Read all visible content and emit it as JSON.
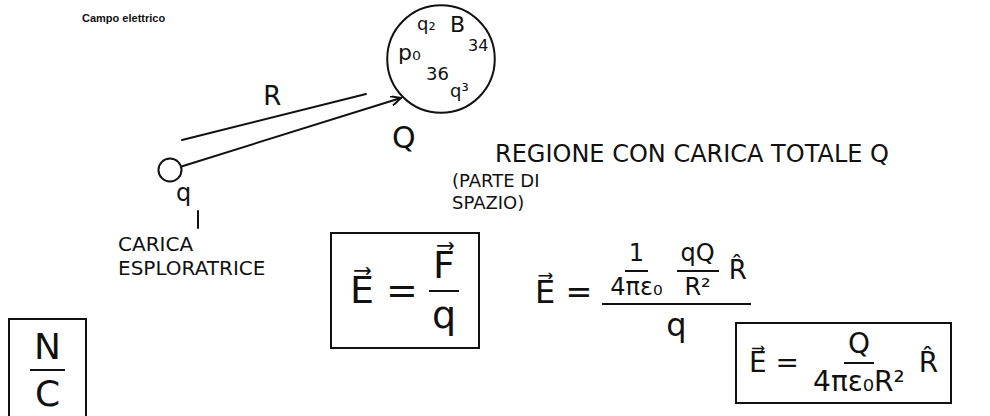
{
  "diagram": {
    "title": "Campo elettrico",
    "nodes": [
      {
        "text": [
          "Q"
        ]
      },
      {
        "text": [
          "q"
        ]
      },
      {
        "text": [
          "N",
          "C"
        ]
      },
      {
        "text": [
          "E⃗ =",
          "F⃗",
          "q"
        ]
      },
      {
        "text": [
          "E⃗ =",
          "Q",
          "4πε₀R²",
          "R̂"
        ]
      }
    ],
    "edges": [
      {
        "from": 1,
        "to": 0,
        "label": "R",
        "arrow": "to"
      }
    ],
    "labels": [
      "REGIONE CON CARICA TOTALE Q",
      "(PARTE DI SPAZIO)",
      "CARICA ESPLORATRICE",
      "E⃗ =",
      "1",
      "4πε₀",
      "qQ",
      "R²",
      "R̂",
      "q",
      "q₂",
      "B",
      "p₀",
      "34",
      "36",
      "q³"
    ]
  }
}
